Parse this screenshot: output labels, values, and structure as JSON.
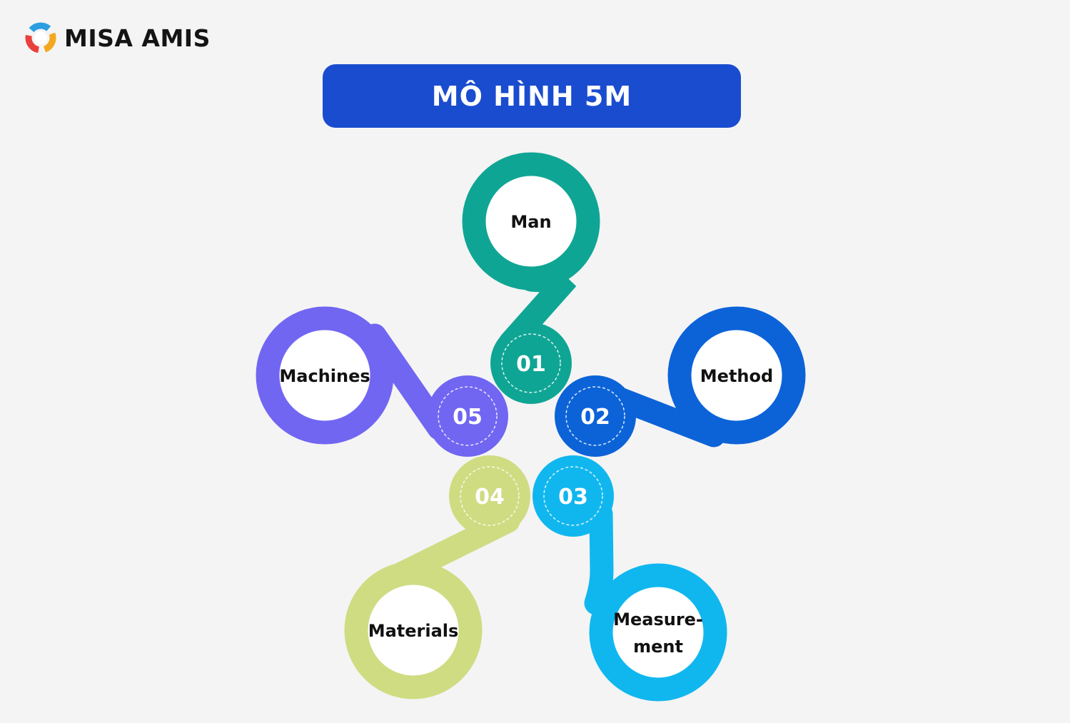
{
  "brand": {
    "logo_text": "MISA AMIS"
  },
  "title": "MÔ HÌNH 5M",
  "items": [
    {
      "number": "01",
      "label_lines": [
        "Man"
      ],
      "color": "#0fa594"
    },
    {
      "number": "02",
      "label_lines": [
        "Method"
      ],
      "color": "#0c63d8"
    },
    {
      "number": "03",
      "label_lines": [
        "Measure-",
        "ment"
      ],
      "color": "#10b7ee"
    },
    {
      "number": "04",
      "label_lines": [
        "Materials"
      ],
      "color": "#cfdc82"
    },
    {
      "number": "05",
      "label_lines": [
        "Machines"
      ],
      "color": "#7166f2"
    }
  ],
  "colors": {
    "banner": "#1a4ccf",
    "background": "#f4f4f4"
  }
}
